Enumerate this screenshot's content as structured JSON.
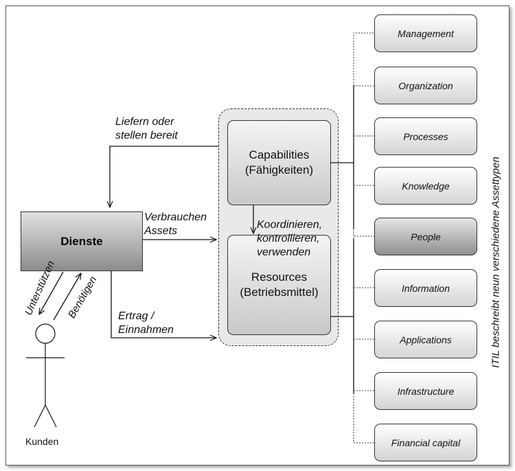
{
  "diagram": {
    "dienste": "Dienste",
    "capabilities": {
      "line1": "Capabilities",
      "line2": "(Fähigkeiten)"
    },
    "resources": {
      "line1": "Resources",
      "line2": "(Betriebsmittel)"
    },
    "edges": {
      "liefern": {
        "line1": "Liefern oder",
        "line2": "stellen bereit"
      },
      "verbrauchen": {
        "line1": "Verbrauchen",
        "line2": "Assets"
      },
      "ertrag": {
        "line1": "Ertrag /",
        "line2": "Einnahmen"
      },
      "koordinieren": {
        "line1": "Koordinieren,",
        "line2": "kontrollieren,",
        "line3": "verwenden"
      },
      "unterstuetzen": "Unterstützen",
      "benoetigen": "Benötigen"
    },
    "kunden": "Kunden",
    "assets": [
      "Management",
      "Organization",
      "Processes",
      "Knowledge",
      "People",
      "Information",
      "Applications",
      "Infrastructure",
      "Financial capital"
    ],
    "side_title": "ITIL beschreibt neun verschiedene Assettypen"
  }
}
